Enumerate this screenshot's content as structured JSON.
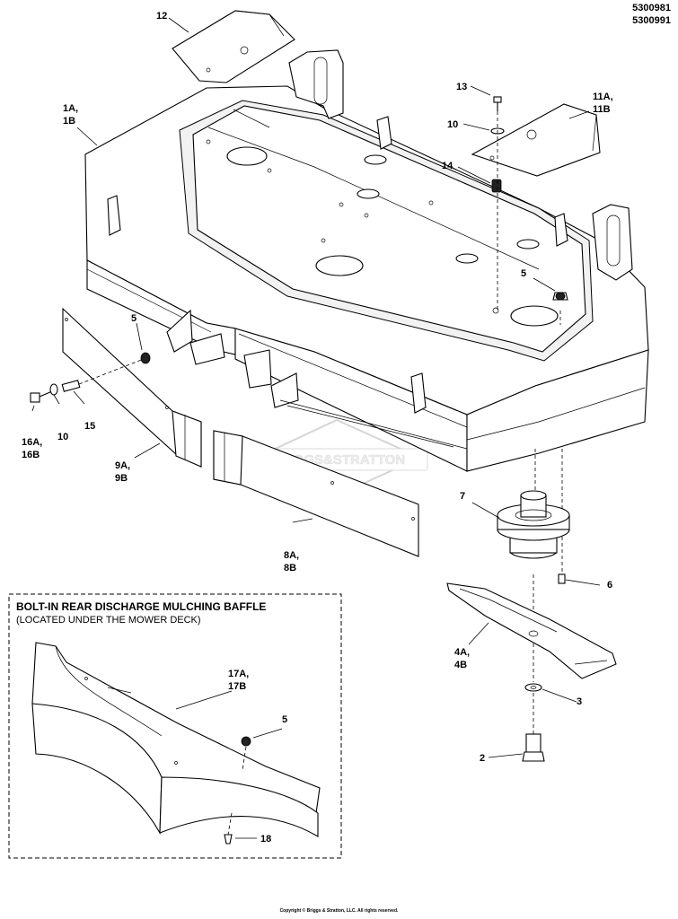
{
  "part_numbers": [
    "5300981",
    "5300991"
  ],
  "callouts": {
    "c12": "12",
    "c1": [
      "1A,",
      "1B"
    ],
    "c13": "13",
    "c10_top": "10",
    "c11": [
      "11A,",
      "11B"
    ],
    "c14": "14",
    "c5_right": "5",
    "c5_left": "5",
    "c16": [
      "16A,",
      "16B"
    ],
    "c10_left": "10",
    "c15": "15",
    "c9": [
      "9A,",
      "9B"
    ],
    "c8": [
      "8A,",
      "8B"
    ],
    "c7": "7",
    "c6": "6",
    "c4": [
      "4A,",
      "4B"
    ],
    "c3": "3",
    "c2": "2",
    "c17": [
      "17A,",
      "17B"
    ],
    "c5_inset": "5",
    "c18": "18"
  },
  "inset": {
    "title": "BOLT-IN REAR DISCHARGE MULCHING BAFFLE",
    "subtitle": "(LOCATED UNDER THE MOWER DECK)"
  },
  "watermark": "BRIGGS&STRATTON",
  "copyright": "Copyright © Briggs & Stratton, LLC. All rights reserved."
}
